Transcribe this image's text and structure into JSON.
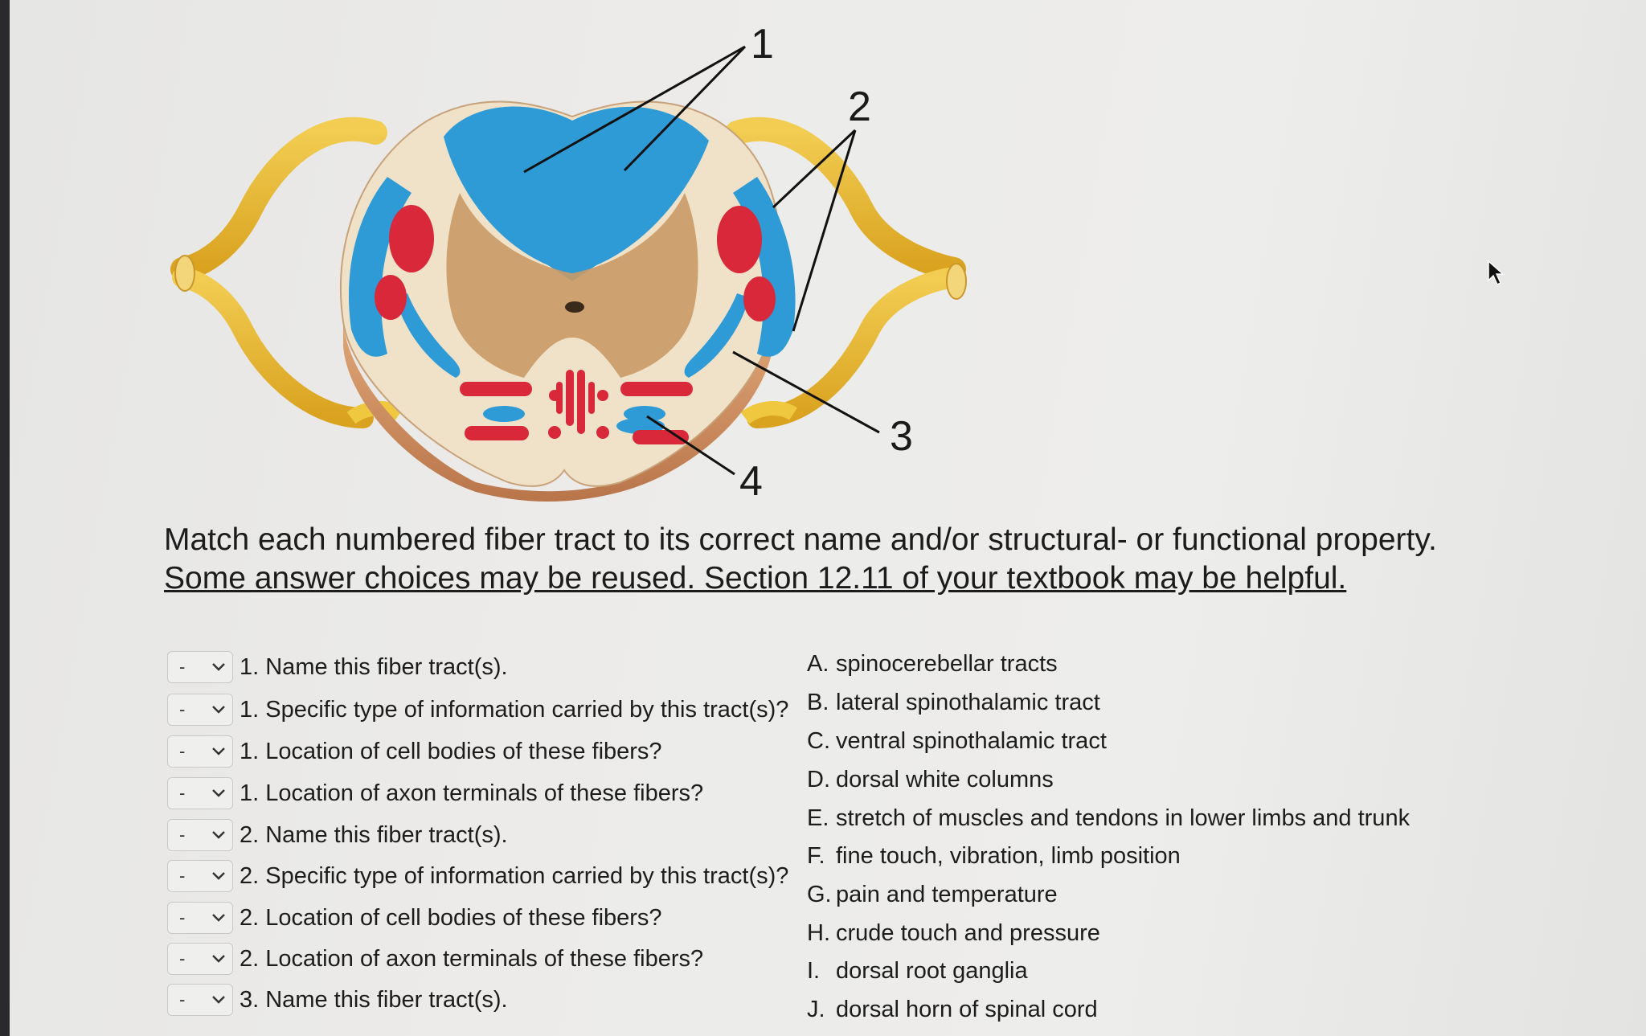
{
  "figure": {
    "labels": [
      "1",
      "2",
      "3",
      "4"
    ]
  },
  "instructions": {
    "lead": "Match each numbered fiber tract to its correct name and/or structural- or functional property. ",
    "emphasis": "Some answer choices may be reused. Section 12.11 of your textbook may be helpful."
  },
  "questions": [
    {
      "selected": "-",
      "text": "1. Name this fiber tract(s)."
    },
    {
      "selected": "-",
      "text": "1. Specific type of information carried by this tract(s)?"
    },
    {
      "selected": "-",
      "text": "1. Location of cell bodies of these fibers?"
    },
    {
      "selected": "-",
      "text": "1. Location of axon terminals of these fibers?"
    },
    {
      "selected": "-",
      "text": "2. Name this fiber tract(s)."
    },
    {
      "selected": "-",
      "text": "2. Specific type of information carried by this tract(s)?"
    },
    {
      "selected": "-",
      "text": "2. Location of cell bodies of these fibers?"
    },
    {
      "selected": "-",
      "text": "2. Location of axon terminals of these fibers?"
    },
    {
      "selected": "-",
      "text": "3. Name this fiber tract(s)."
    }
  ],
  "answers": [
    {
      "letter": "A.",
      "text": "spinocerebellar tracts"
    },
    {
      "letter": "B.",
      "text": "lateral spinothalamic tract"
    },
    {
      "letter": "C.",
      "text": "ventral spinothalamic tract"
    },
    {
      "letter": "D.",
      "text": "dorsal white columns"
    },
    {
      "letter": "E.",
      "text": "stretch of muscles and tendons in lower limbs and trunk"
    },
    {
      "letter": "F.",
      "text": "fine touch, vibration, limb position"
    },
    {
      "letter": "G.",
      "text": "pain and temperature"
    },
    {
      "letter": "H.",
      "text": "crude touch and pressure"
    },
    {
      "letter": "I.",
      "text": "dorsal root ganglia"
    },
    {
      "letter": "J.",
      "text": "dorsal horn of spinal cord"
    }
  ],
  "colors": {
    "white_matter": "#2e9bd6",
    "red_tracts": "#d8283a",
    "gray_matter": "#c99a66",
    "nerve": "#e8b830",
    "cord_base": "#f0e2c8"
  },
  "icons": {
    "dropdown": "chevron-down-icon",
    "cursor": "mouse-pointer-icon"
  }
}
